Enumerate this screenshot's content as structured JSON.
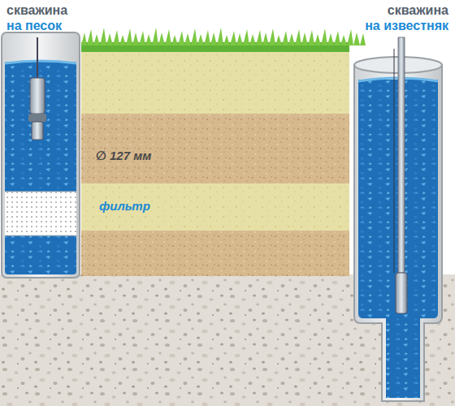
{
  "diagram": {
    "labels": [
      "скважина",
      "на песок",
      "скважина",
      "на известняк",
      "∅ 127 мм",
      "фильтр"
    ]
  }
}
